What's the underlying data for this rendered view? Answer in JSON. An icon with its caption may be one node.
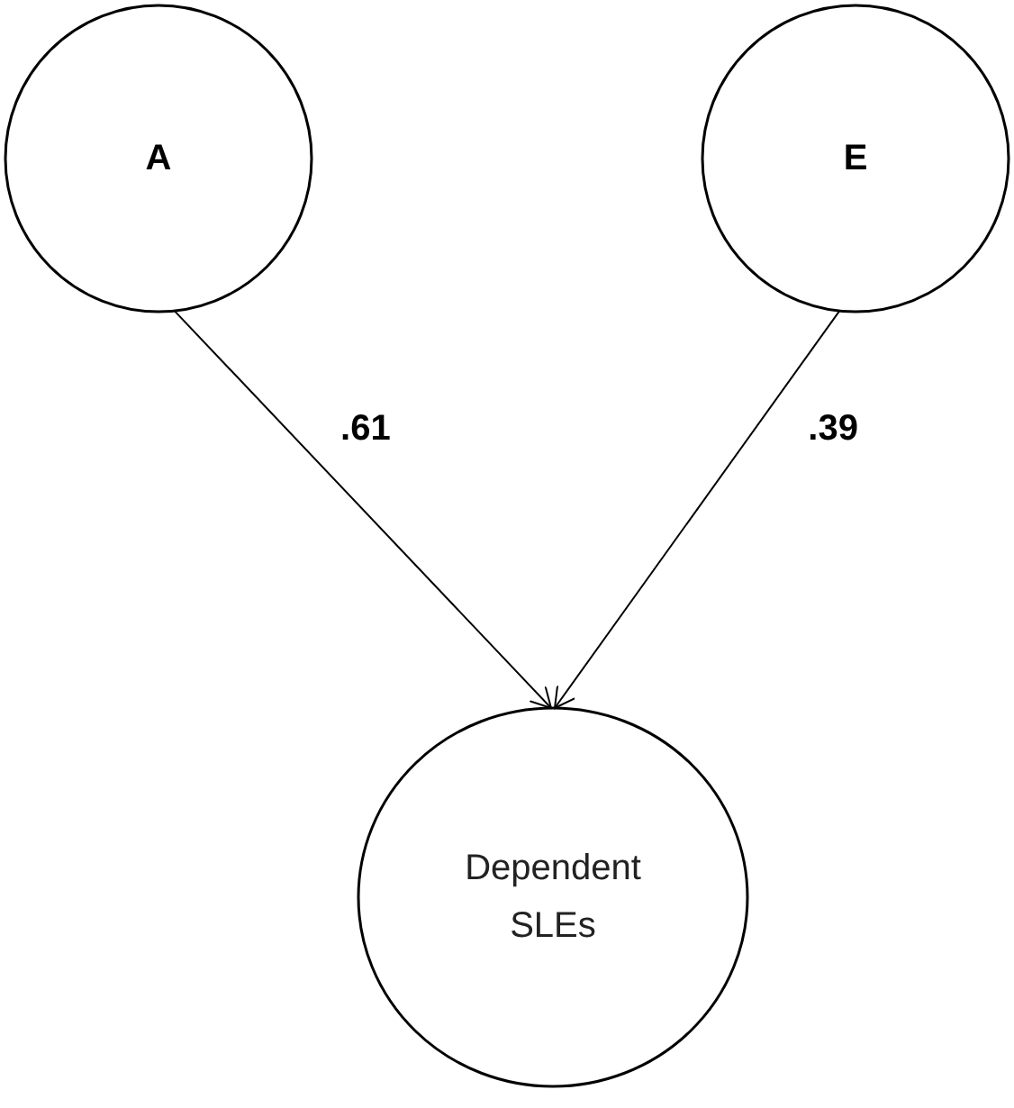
{
  "diagram": {
    "nodes": [
      {
        "text": [
          "A"
        ]
      },
      {
        "text": [
          "E"
        ]
      },
      {
        "text": [
          "Dependent SLEs"
        ]
      }
    ],
    "edges": [
      {
        "from": 0,
        "to": 2,
        "arrow": "to",
        "label": ".61"
      },
      {
        "from": 1,
        "to": 2,
        "arrow": "to",
        "label": ".39"
      }
    ]
  }
}
